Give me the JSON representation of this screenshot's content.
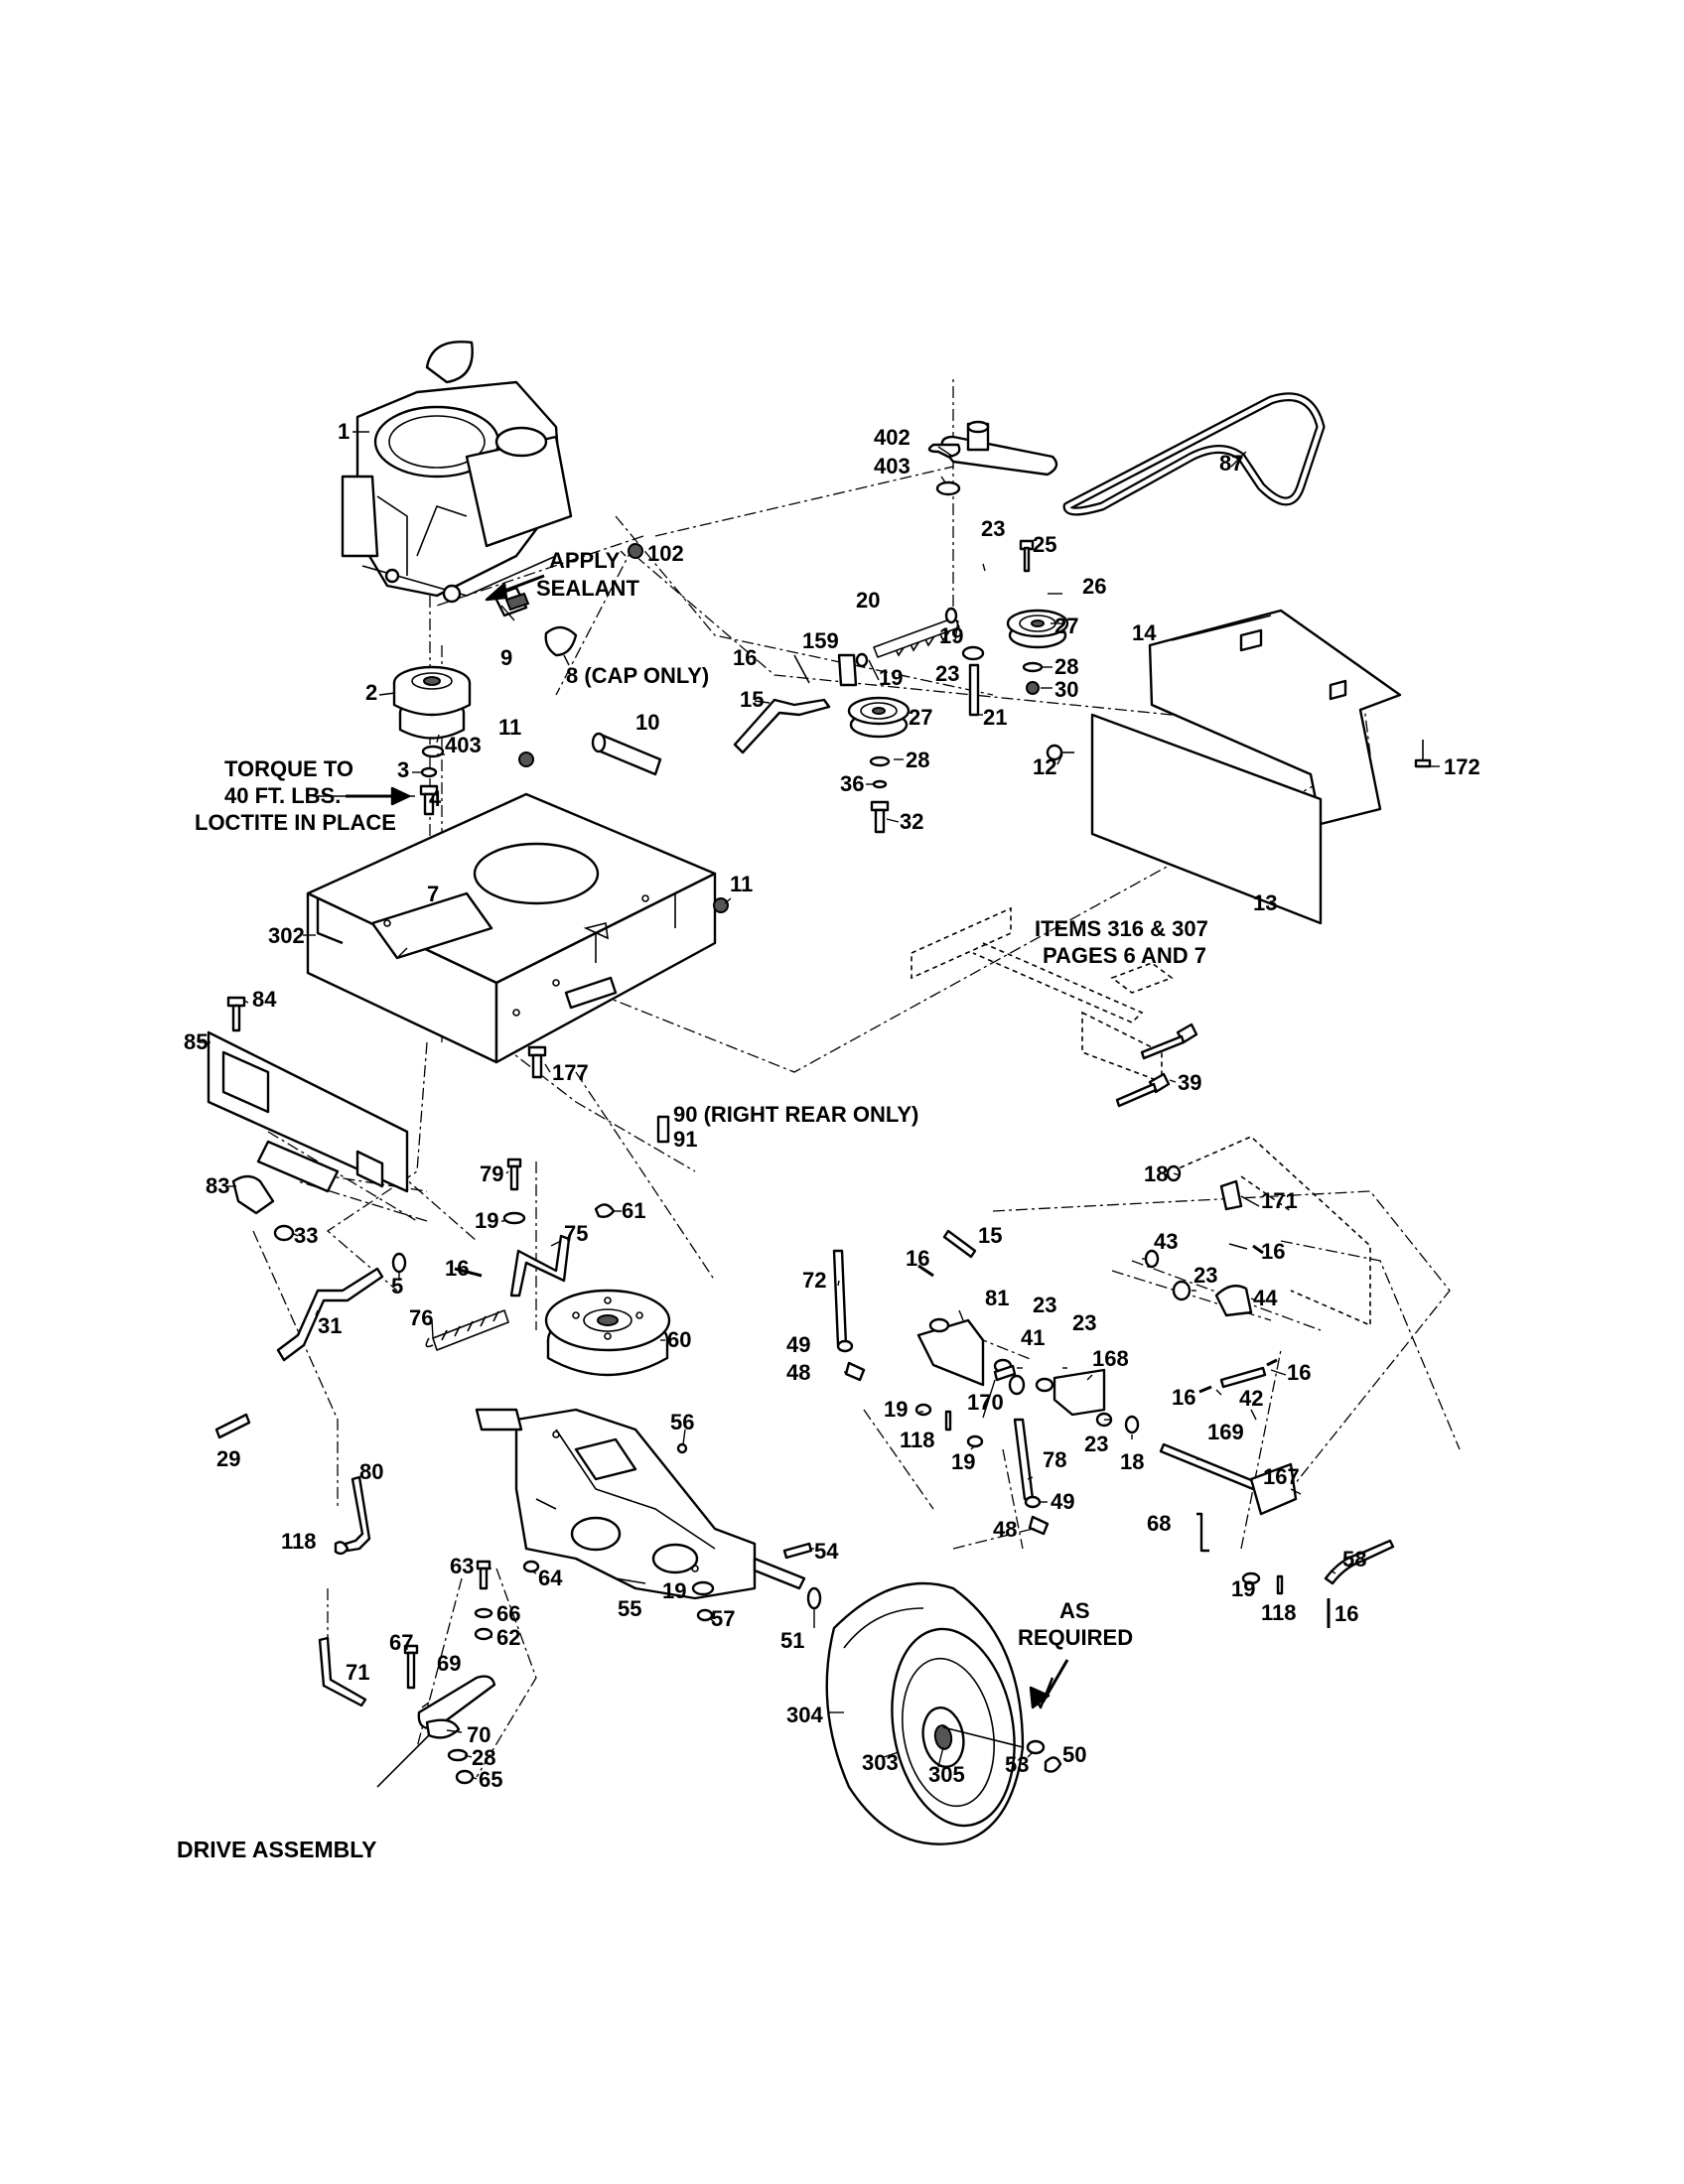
{
  "title": "DRIVE ASSEMBLY",
  "notes": {
    "apply": "APPLY",
    "sealant": "SEALANT",
    "torque1": "TORQUE TO",
    "torque2": "40 FT. LBS.",
    "torque3": "LOCTITE IN PLACE",
    "items1": "ITEMS 316 & 307",
    "items2": "PAGES 6 AND 7",
    "as1": "AS",
    "as2": "REQUIRED",
    "cap_only": "8 (CAP ONLY)",
    "right_rear": "90 (RIGHT REAR ONLY)"
  },
  "callouts": {
    "c1": "1",
    "c102": "102",
    "c9": "9",
    "c2": "2",
    "c403a": "403",
    "c3": "3",
    "c4": "4",
    "c11a": "11",
    "c10": "10",
    "c402": "402",
    "c403b": "403",
    "c23a": "23",
    "c25": "25",
    "c26": "26",
    "c20": "20",
    "c19a": "19",
    "c27a": "27",
    "c159": "159",
    "c16a": "16",
    "c19b": "19",
    "c23b": "23",
    "c28a": "28",
    "c30": "30",
    "c21": "21",
    "c15a": "15",
    "c27b": "27",
    "c28b": "28",
    "c36": "36",
    "c32": "32",
    "c87": "87",
    "c14": "14",
    "c12": "12",
    "c172": "172",
    "c13": "13",
    "c7": "7",
    "c302": "302",
    "c11b": "11",
    "c84": "84",
    "c85": "85",
    "c177": "177",
    "c91": "91",
    "c39": "39",
    "c79": "79",
    "c83": "83",
    "c33": "33",
    "c19c": "19",
    "c61": "61",
    "c75": "75",
    "c5": "5",
    "c16b": "16",
    "c31": "31",
    "c76": "76",
    "c60": "60",
    "c29": "29",
    "c18a": "18",
    "c171": "171",
    "c16c": "16",
    "c43": "43",
    "c23c": "23",
    "c44": "44",
    "c16d": "16",
    "c15b": "15",
    "c72": "72",
    "c81": "81",
    "c23d": "23",
    "c41": "41",
    "c23e": "23",
    "c49a": "49",
    "c48a": "48",
    "c168": "168",
    "c16e": "16",
    "c16f": "16",
    "c42": "42",
    "c19d": "19",
    "c170": "170",
    "c118a": "118",
    "c56": "56",
    "c23f": "23",
    "c18b": "18",
    "c169": "169",
    "c19e": "19",
    "c78": "78",
    "c49b": "49",
    "c167": "167",
    "c80": "80",
    "c48b": "48",
    "c68": "68",
    "c118b": "118",
    "c58": "58",
    "c54": "54",
    "c63": "63",
    "c64": "64",
    "c55": "55",
    "c19f": "19",
    "c66": "66",
    "c57": "57",
    "c51": "51",
    "c19g": "19",
    "c118c": "118",
    "c16g": "16",
    "c67": "67",
    "c69": "69",
    "c62": "62",
    "c71": "71",
    "c70": "70",
    "c28c": "28",
    "c65": "65",
    "c304": "304",
    "c53": "53",
    "c50": "50",
    "c303": "303",
    "c305": "305"
  }
}
